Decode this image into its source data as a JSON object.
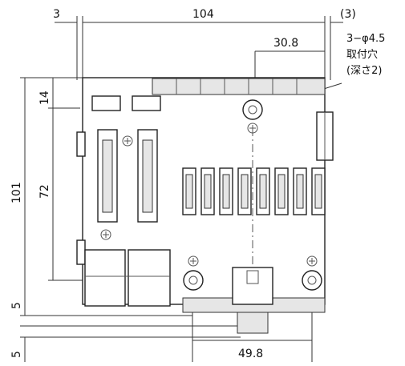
{
  "drawing": {
    "dimensions": {
      "top_left_gap": "3",
      "overall_width": "104",
      "right_gap": "(3)",
      "hole_offset": "30.8",
      "height_overall": "101",
      "height_inner": "72",
      "top_offset": "14",
      "bottom_margin_1": "5",
      "bottom_margin_2": "5",
      "bottom_span": "49.8"
    },
    "hole_note": {
      "line1": "3−φ4.5",
      "line2": "取付穴",
      "line3": "(深さ2)"
    }
  }
}
